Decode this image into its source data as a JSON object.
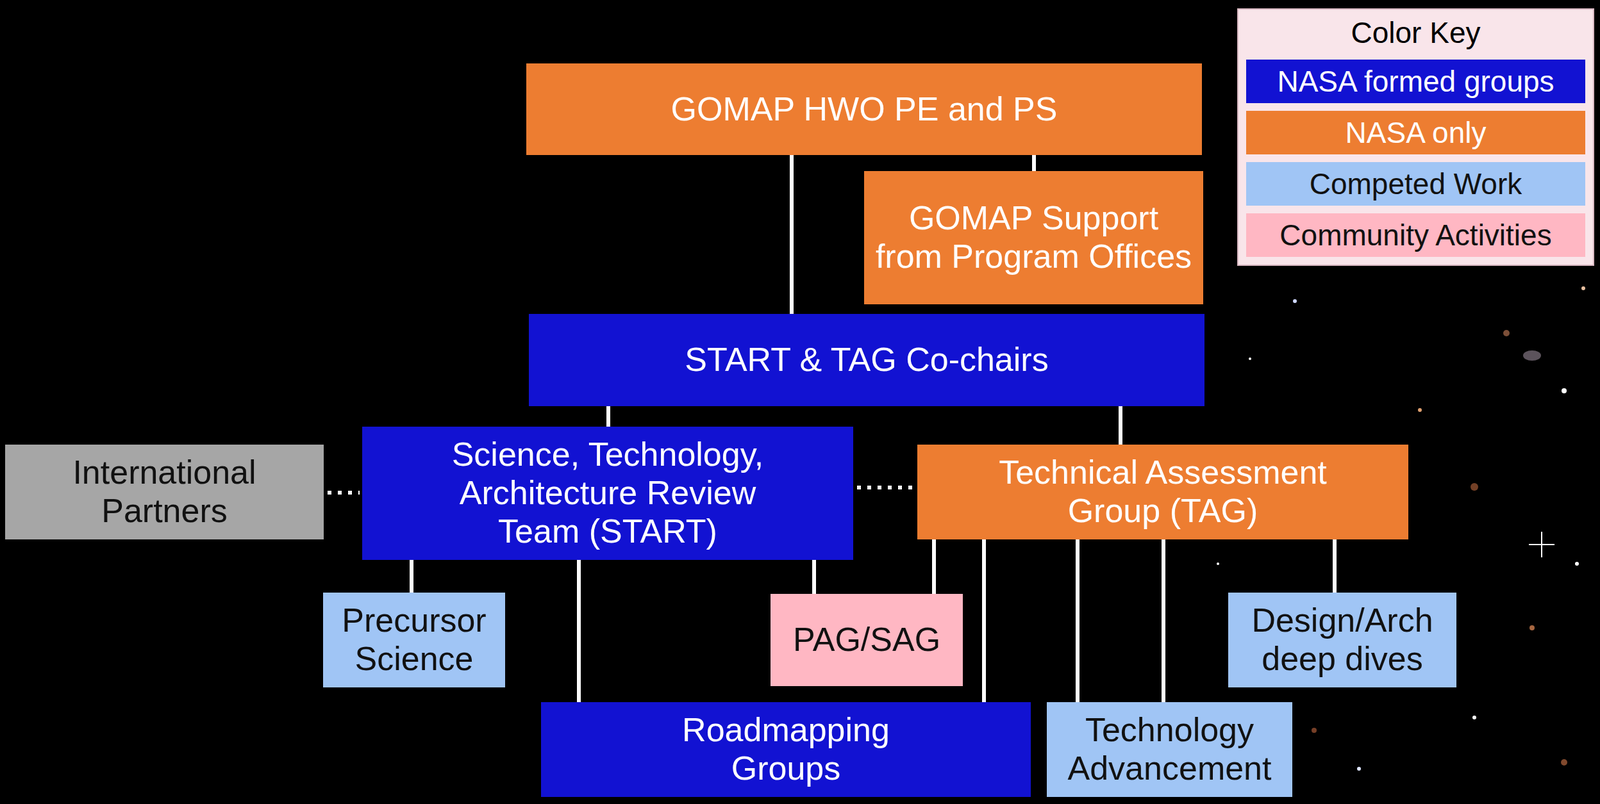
{
  "diagram": {
    "nodes": [
      {
        "text": [
          "GOMAP HWO PE and PS"
        ]
      },
      {
        "text": [
          "GOMAP Support from Program Offices"
        ]
      },
      {
        "text": [
          "START & TAG Co-chairs"
        ]
      },
      {
        "text": [
          "International Partners"
        ]
      },
      {
        "text": [
          "Science, Technology, Architecture Review Team (START)"
        ]
      },
      {
        "text": [
          "Technical Assessment Group (TAG)"
        ]
      },
      {
        "text": [
          "Precursor Science"
        ]
      },
      {
        "text": [
          "PAG/SAG"
        ]
      },
      {
        "text": [
          "Design/Arch deep dives"
        ]
      },
      {
        "text": [
          "Roadmapping Groups"
        ]
      },
      {
        "text": [
          "Technology Advancement"
        ]
      }
    ],
    "edges": [
      {
        "from": 0,
        "to": 2,
        "arrow": "none"
      },
      {
        "from": 0,
        "to": 1,
        "arrow": "none"
      },
      {
        "from": 2,
        "to": 4,
        "arrow": "none"
      },
      {
        "from": 2,
        "to": 5,
        "arrow": "none"
      },
      {
        "from": 3,
        "to": 4,
        "arrow": "none"
      },
      {
        "from": 4,
        "to": 5,
        "arrow": "none"
      },
      {
        "from": 4,
        "to": 6,
        "arrow": "none"
      },
      {
        "from": 4,
        "to": 9,
        "arrow": "none"
      },
      {
        "from": 4,
        "to": 7,
        "arrow": "none"
      },
      {
        "from": 5,
        "to": 7,
        "arrow": "none"
      },
      {
        "from": 5,
        "to": 9,
        "arrow": "none"
      },
      {
        "from": 5,
        "to": 10,
        "arrow": "none"
      },
      {
        "from": 5,
        "to": 10,
        "arrow": "none"
      },
      {
        "from": 5,
        "to": 8,
        "arrow": "none"
      }
    ],
    "labels": [
      "Color Key"
    ],
    "legend": [
      {
        "text": "NASA formed groups",
        "color": "#1212d2"
      },
      {
        "text": "NASA only",
        "color": "#ed7d31"
      },
      {
        "text": "Competed Work",
        "color": "#a0c5f5"
      },
      {
        "text": "Community Activities",
        "color": "#ffb7c3"
      }
    ]
  }
}
